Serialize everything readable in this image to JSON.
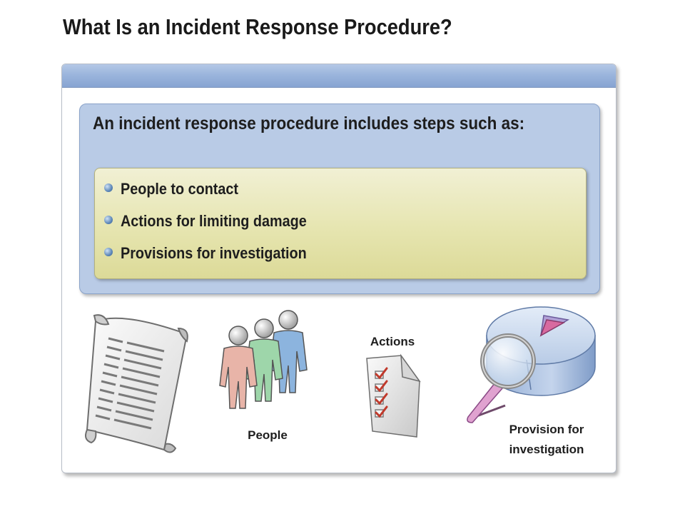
{
  "slide": {
    "title": "What Is an Incident Response Procedure?",
    "intro": "An incident response procedure includes steps such as:",
    "bullets": [
      "People to contact",
      "Actions for limiting damage",
      "Provisions for investigation"
    ]
  },
  "figures": {
    "people_label": "People",
    "actions_label": "Actions",
    "provision_label_line1": "Provision for",
    "provision_label_line2": "investigation"
  },
  "icons": [
    "scroll-document-icon",
    "people-group-icon",
    "checklist-icon",
    "magnifier-pie-chart-icon"
  ],
  "colors": {
    "header_bar": "#9ab4dc",
    "intro_box": "#b9cbe6",
    "bullet_box": "#e6e5b0"
  }
}
